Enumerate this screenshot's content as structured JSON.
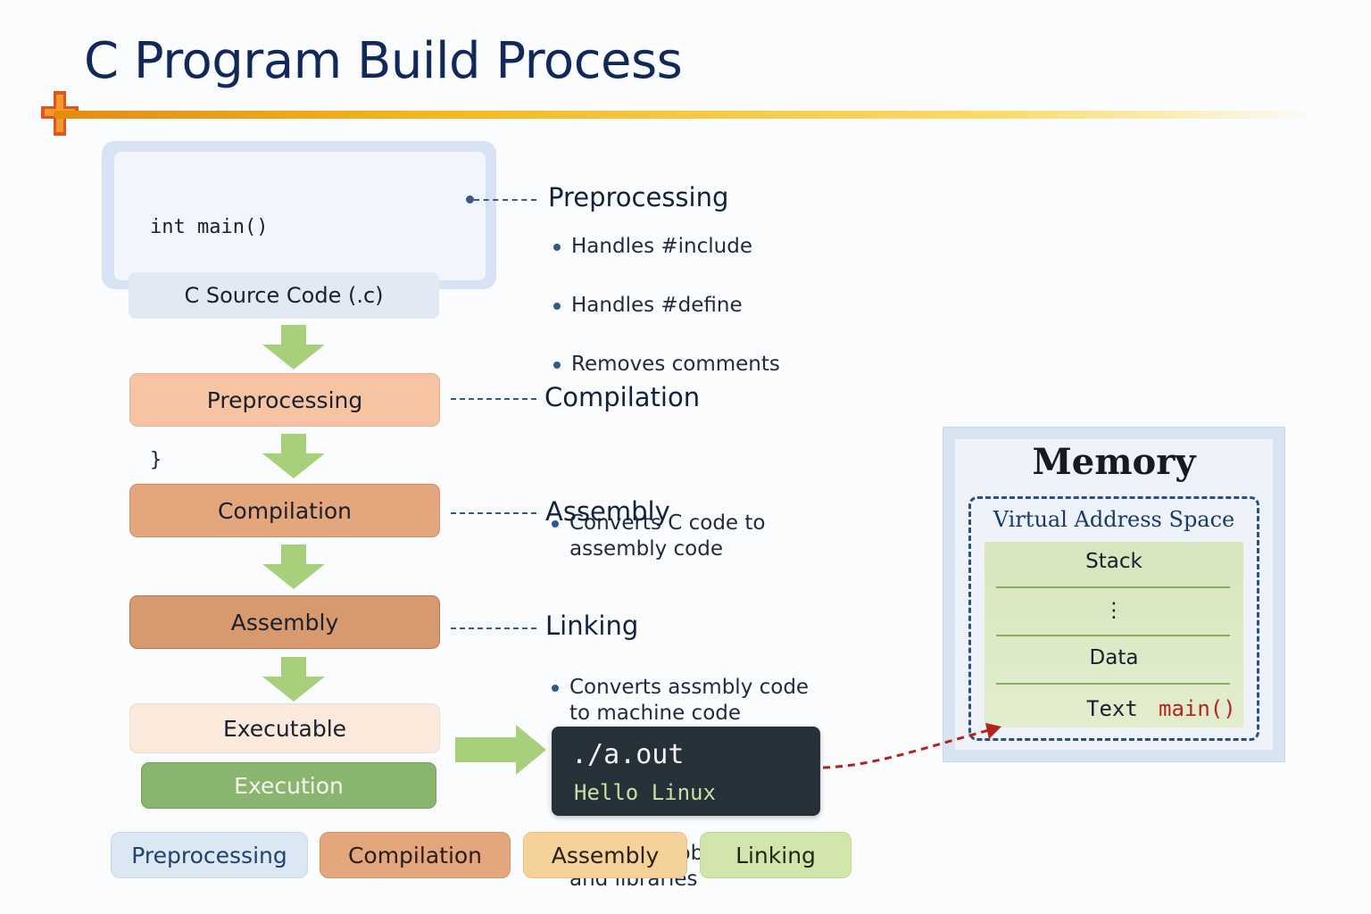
{
  "title": "C Program Build Process",
  "source": {
    "code_lines": [
      "int main()",
      "{",
      "    ...",
      "}"
    ],
    "label": "C Source Code (.c)"
  },
  "flow_steps": [
    {
      "id": "preprocessing",
      "label": "Preprocessing"
    },
    {
      "id": "compilation",
      "label": "Compilation"
    },
    {
      "id": "assembly",
      "label": "Assembly"
    },
    {
      "id": "executable",
      "label": "Executable"
    },
    {
      "id": "execution",
      "label": "Execution"
    }
  ],
  "descriptions": [
    {
      "heading": "Preprocessing",
      "bullets": [
        "Handles #include",
        "Handles #define",
        "Removes comments"
      ]
    },
    {
      "heading": "Compilation",
      "bullets": [
        "Converts C code to\nassembly code"
      ]
    },
    {
      "heading": "Assembly",
      "bullets": [
        "Converts assmbly code\nto machine code"
      ]
    },
    {
      "heading": "Linking",
      "bullets": [
        "Combines object files\nand libraries"
      ]
    }
  ],
  "terminal": {
    "command": "./a.out",
    "output": "Hello Linux"
  },
  "memory": {
    "title": "Memory",
    "subtitle": "Virtual Address Space",
    "segments": [
      "Stack",
      "⋮",
      "Data"
    ],
    "text_segment": "Text",
    "text_entry": "main()"
  },
  "legend": [
    "Preprocessing",
    "Compilation",
    "Assembly",
    "Linking"
  ],
  "colors": {
    "title": "#12285a",
    "preprocessing": "#f6c4a2",
    "compilation": "#e4a67d",
    "assembly": "#d79a6e",
    "executable": "#fbe9dc",
    "execution": "#8ab56f",
    "arrow": "#a8d07a",
    "memory_link": "#b3231f"
  }
}
